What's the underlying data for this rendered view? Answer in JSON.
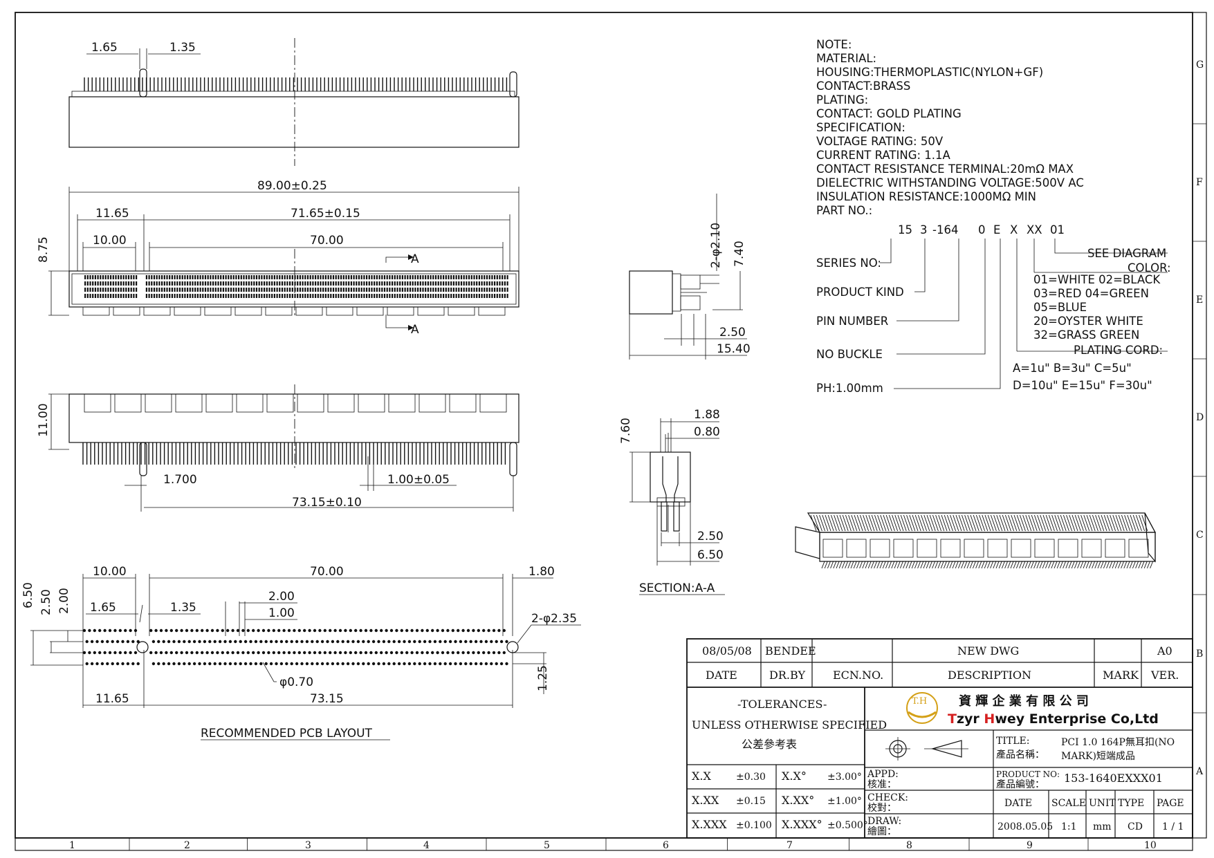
{
  "grid": {
    "columns": [
      "1",
      "2",
      "3",
      "4",
      "5",
      "6",
      "7",
      "8",
      "9",
      "10"
    ],
    "rows": [
      "G",
      "F",
      "E",
      "D",
      "C",
      "B",
      "A"
    ]
  },
  "views": {
    "top": {
      "dims": [
        "1.65",
        "1.35"
      ]
    },
    "plan": {
      "dims": [
        "89.00±0.25",
        "11.65",
        "71.65±0.15",
        "10.00",
        "70.00",
        "8.75"
      ],
      "section_marks": [
        "A",
        "A"
      ]
    },
    "side": {
      "dims": [
        "2-φ2.10",
        "7.40",
        "2.50",
        "15.40"
      ]
    },
    "front": {
      "dims": [
        "11.00",
        "1.700",
        "1.00±0.05",
        "73.15±0.10"
      ]
    },
    "section": {
      "dims": [
        "7.60",
        "1.88",
        "0.80",
        "2.50",
        "6.50"
      ],
      "label": "SECTION:A-A"
    },
    "pcb": {
      "dims": [
        "10.00",
        "70.00",
        "1.80",
        "6.50",
        "2.50",
        "2.00",
        "1.65",
        "1.35",
        "2.00",
        "1.00",
        "2-φ2.35",
        "φ0.70",
        "1.25",
        "11.65",
        "73.15"
      ],
      "label": "RECOMMENDED PCB LAYOUT"
    }
  },
  "notes": {
    "lines": [
      "NOTE:",
      "MATERIAL:",
      "HOUSING:THERMOPLASTIC(NYLON+GF)",
      "CONTACT:BRASS",
      "PLATING:",
      "CONTACT:  GOLD  PLATING",
      "SPECIFICATION:",
      "VOLTAGE  RATING:  50V",
      "CURRENT  RATING:  1.1A",
      "CONTACT  RESISTANCE  TERMINAL:20mΩ  MAX",
      "DIELECTRIC  WITHSTANDING  VOLTAGE:500V  AC",
      "INSULATION  RESISTANCE:1000MΩ  MIN",
      "PART  NO.:"
    ],
    "part_codes": [
      "15",
      "3",
      "-164",
      "0",
      "E",
      "X",
      "XX",
      "01"
    ],
    "part_labels": [
      "SERIES  NO:",
      "PRODUCT  KIND",
      "PIN  NUMBER",
      "NO  BUCKLE",
      "PH:1.00mm"
    ],
    "see_diagram": "SEE  DIAGRAM",
    "color_title": "COLOR:",
    "color_lines": [
      "01=WHITE  02=BLACK",
      "03=RED    04=GREEN",
      "05=BLUE",
      "20=OYSTER  WHITE",
      "32=GRASS  GREEN"
    ],
    "plating_title": "PLATING  CORD:",
    "plating_lines": [
      "A=1u\"   B=3u\"   C=5u\"",
      "D=10u\" E=15u\" F=30u\""
    ]
  },
  "title_block": {
    "rev_date": "08/05/08",
    "rev_by": "BENDEE",
    "rev_desc": "NEW DWG",
    "rev_ver": "A0",
    "hdr_date": "DATE",
    "hdr_drby": "DR.BY",
    "hdr_ecn": "ECN.NO.",
    "hdr_desc": "DESCRIPTION",
    "hdr_mark": "MARK",
    "hdr_ver": "VER.",
    "tol_title": "-TOLERANCES-",
    "tol_sub": "UNLESS OTHERWISE SPECIFIED",
    "tol_cn": "公差參考表",
    "company_cn": "資 輝 企 業 有 限 公 司",
    "company_en_t": "T",
    "company_en_1": "zyr ",
    "company_en_h": "H",
    "company_en_2": "wey Enterprise Co,Ltd",
    "logo_text": "T.H",
    "title_label": "TITLE:",
    "title_label_cn": "產品名稱：",
    "title_value_1": "PCI 1.0 164P無耳扣(NO",
    "title_value_2": "MARK)短端成品",
    "appd": "APPD:",
    "appd_cn": "核准：",
    "check": "CHECK:",
    "check_cn": "校對：",
    "draw": "DRAW:",
    "draw_cn": "繪圖：",
    "product_no_label": "PRODUCT NO:",
    "product_no_label_cn": "產品編號：",
    "product_no": "153-1640EXXX01",
    "tol_rows": [
      {
        "a": "X.X",
        "b": "±0.30",
        "c": "X.X°",
        "d": "±3.00°"
      },
      {
        "a": "X.XX",
        "b": "±0.15",
        "c": "X.XX°",
        "d": "±1.00°"
      },
      {
        "a": "X.XXX",
        "b": "±0.100",
        "c": "X.XXX°",
        "d": "±0.500°"
      }
    ],
    "hdr2": [
      "DATE",
      "SCALE",
      "UNIT",
      "TYPE",
      "PAGE"
    ],
    "val2": [
      "2008.05.05",
      "1:1",
      "mm",
      "CD",
      "1 / 1"
    ]
  }
}
